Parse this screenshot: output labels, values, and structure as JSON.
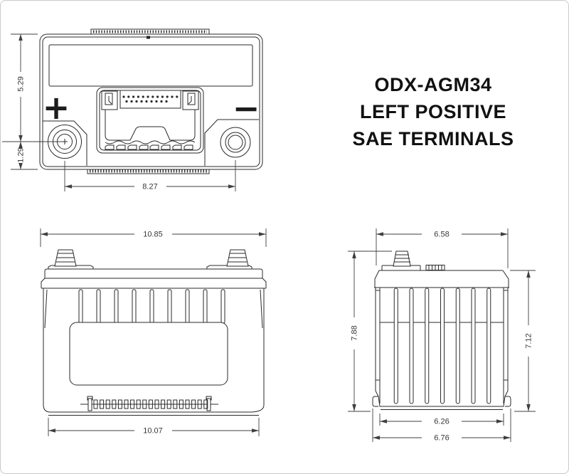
{
  "title": {
    "line1": "ODX-AGM34",
    "line2": "LEFT POSITIVE",
    "line3": "SAE TERMINALS"
  },
  "top_view": {
    "positive_symbol": "+",
    "negative_symbol": "−",
    "dims": {
      "top_edge_to_terminal_center": "5.29",
      "terminal_center_to_bottom_edge": "1.29",
      "terminal_spacing": "8.27"
    }
  },
  "front_view": {
    "dims": {
      "overall_width": "10.85",
      "base_width": "10.07"
    }
  },
  "side_view": {
    "dims": {
      "overall_depth": "6.58",
      "overall_height": "7.88",
      "case_height": "7.12",
      "base_inner_depth": "6.26",
      "base_outer_depth": "6.76"
    }
  },
  "colors": {
    "line": "#2a2a2a",
    "dimension": "#3f3f3f",
    "text": "#111111",
    "frame_border": "#c9c9c9",
    "background": "#ffffff"
  }
}
